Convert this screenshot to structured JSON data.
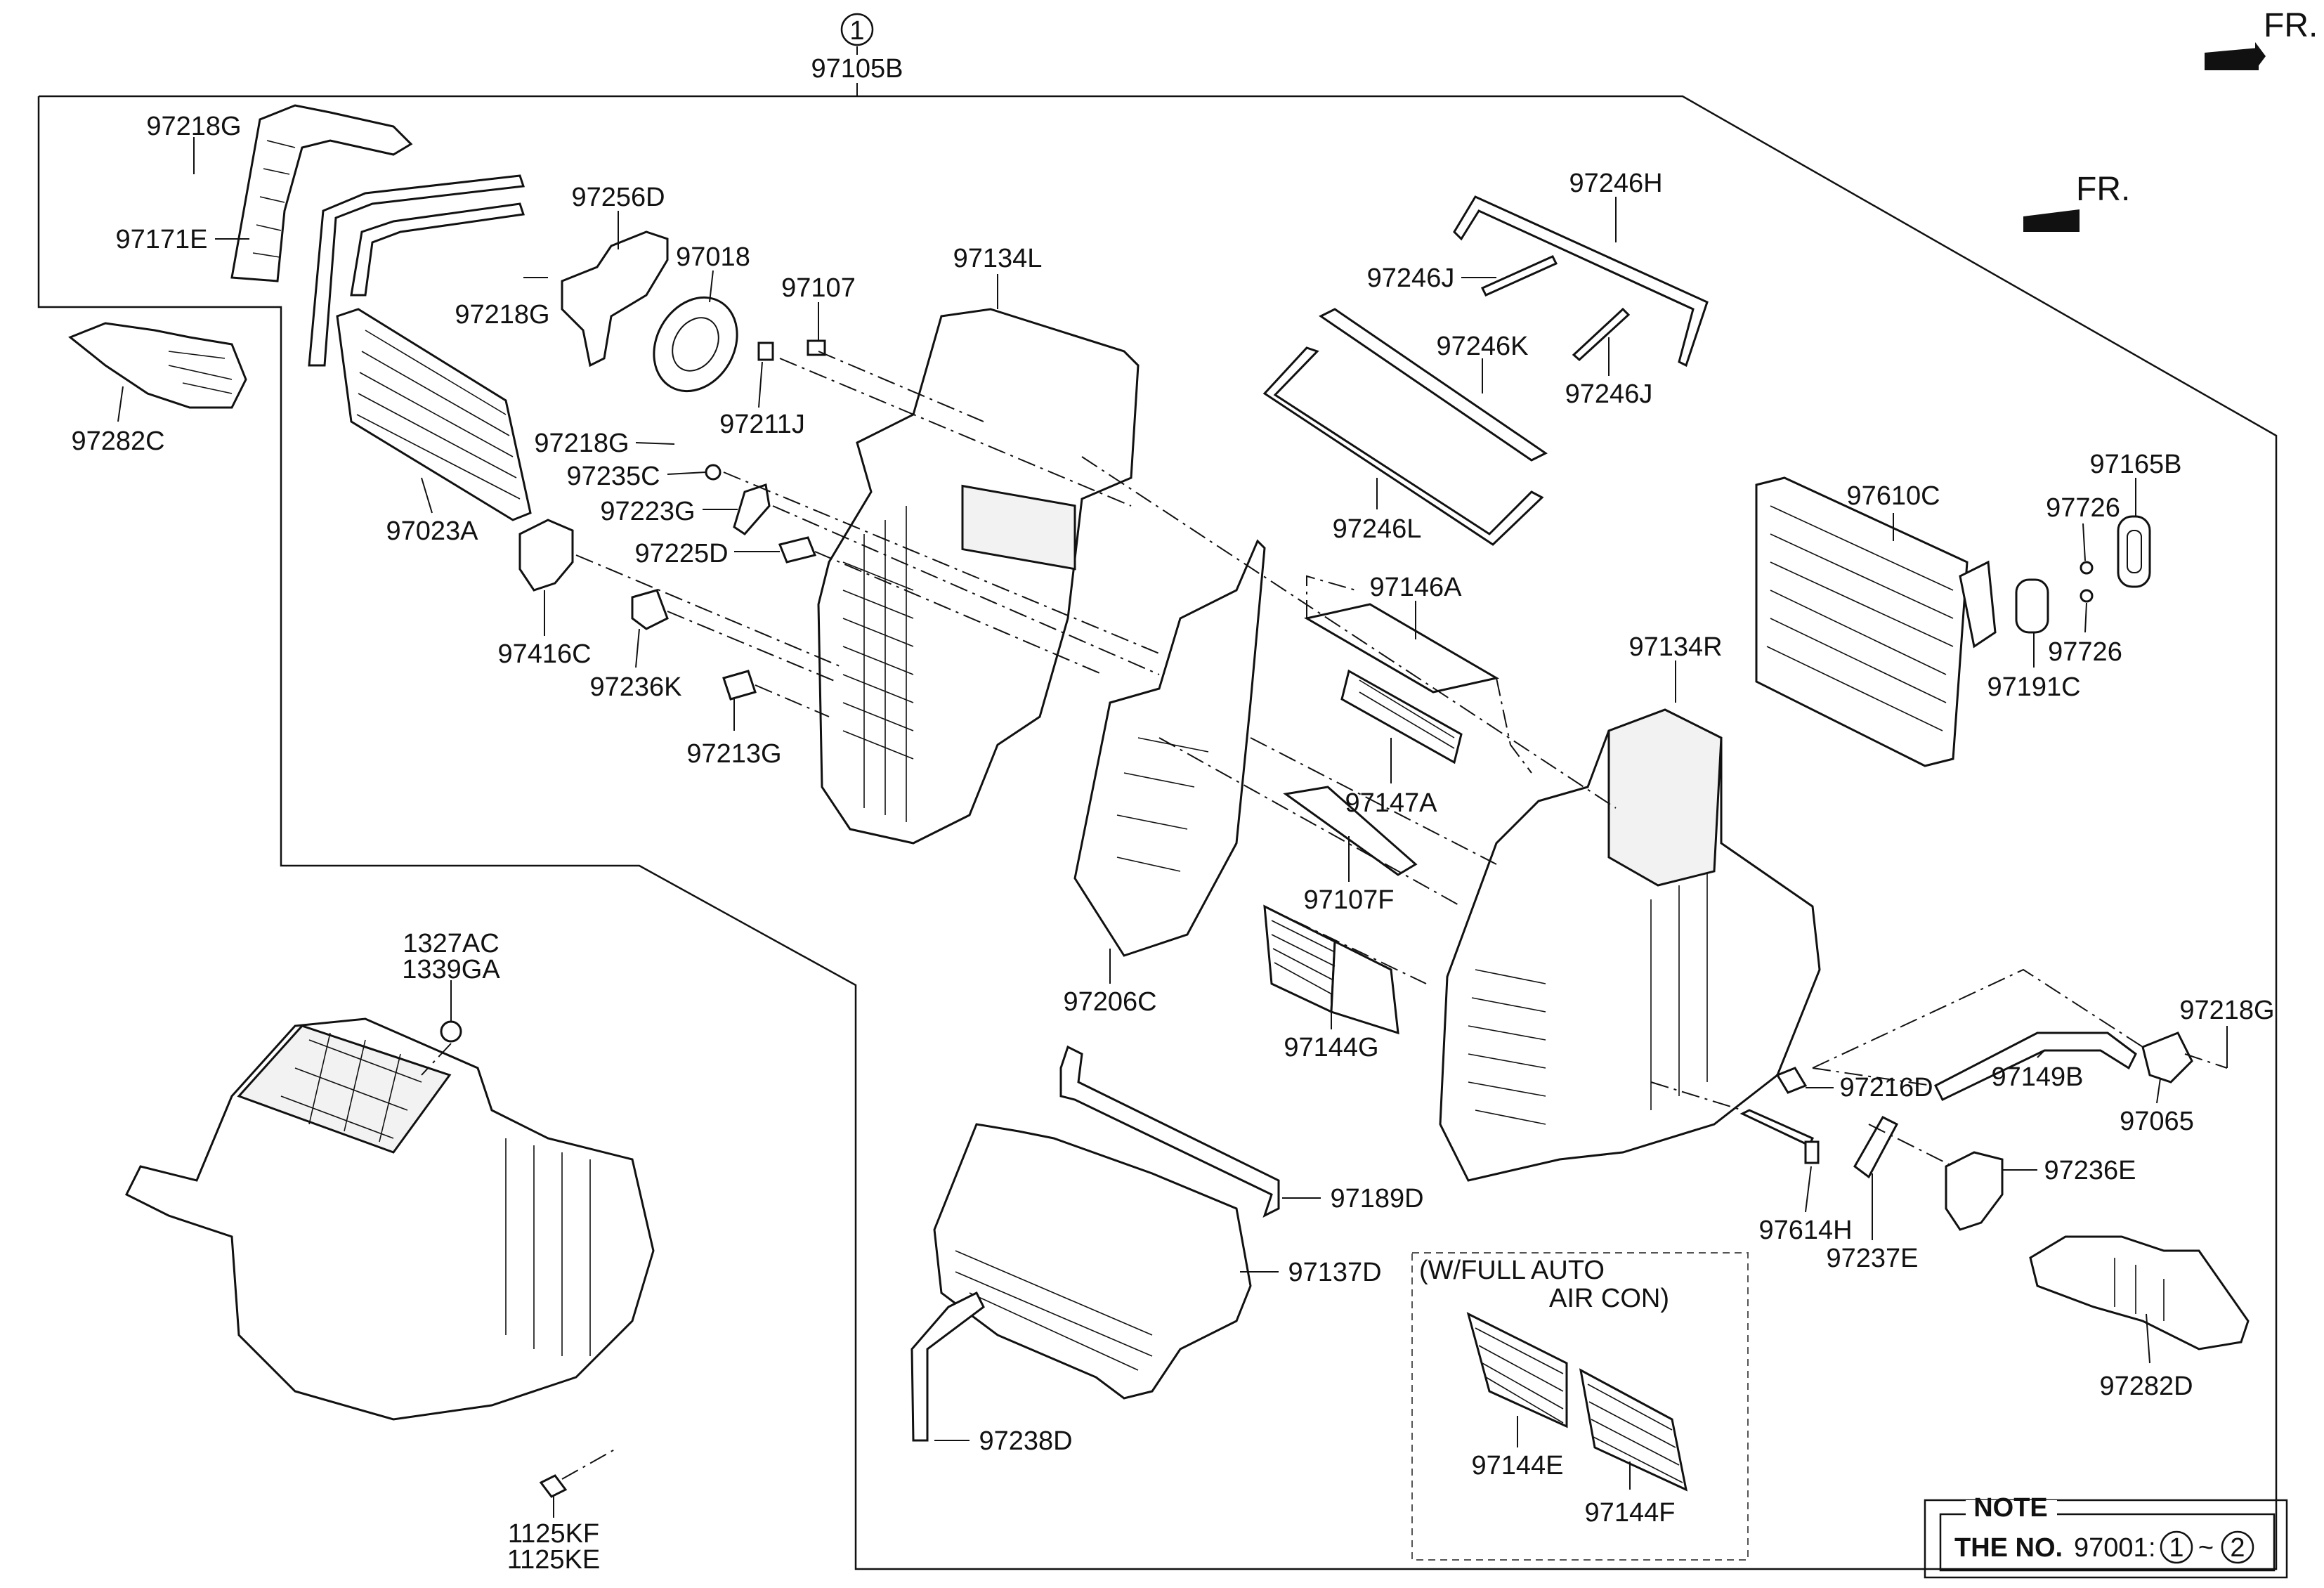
{
  "assembly": {
    "ref_number": "1",
    "part_number": "97105B"
  },
  "front_arrows": [
    {
      "label": "FR."
    },
    {
      "label": "FR."
    }
  ],
  "callouts": {
    "c_97218G_a": "97218G",
    "c_97171E": "97171E",
    "c_97282C": "97282C",
    "c_97023A": "97023A",
    "c_97256D": "97256D",
    "c_97218G_b": "97218G",
    "c_97018": "97018",
    "c_97107": "97107",
    "c_97211J": "97211J",
    "c_97134L": "97134L",
    "c_97218G_c": "97218G",
    "c_97235C": "97235C",
    "c_97223G": "97223G",
    "c_97225D": "97225D",
    "c_97416C": "97416C",
    "c_97236K": "97236K",
    "c_97213G": "97213G",
    "c_97246H": "97246H",
    "c_97246J_a": "97246J",
    "c_97246K": "97246K",
    "c_97246J_b": "97246J",
    "c_97246L": "97246L",
    "c_97146A": "97146A",
    "c_97147A": "97147A",
    "c_97107F": "97107F",
    "c_97206C": "97206C",
    "c_97144G": "97144G",
    "c_97134R": "97134R",
    "c_97610C": "97610C",
    "c_97165B": "97165B",
    "c_97726_a": "97726",
    "c_97726_b": "97726",
    "c_97191C": "97191C",
    "c_97218G_d": "97218G",
    "c_97149B": "97149B",
    "c_97065": "97065",
    "c_97216D": "97216D",
    "c_97236E": "97236E",
    "c_97614H": "97614H",
    "c_97237E": "97237E",
    "c_97282D": "97282D",
    "c_97189D": "97189D",
    "c_97137D": "97137D",
    "c_97238D": "97238D",
    "c_1327AC": "1327AC",
    "c_1339GA": "1339GA",
    "c_1125KF": "1125KF",
    "c_1125KE": "1125KE",
    "c_97144E": "97144E",
    "c_97144F": "97144F"
  },
  "option_box": {
    "line1": "(W/FULL AUTO",
    "line2": "AIR CON)"
  },
  "note": {
    "title": "NOTE",
    "prefix": "THE NO.",
    "number": "97001",
    "separator": ":",
    "from": "1",
    "dash": "~",
    "to": "2"
  }
}
